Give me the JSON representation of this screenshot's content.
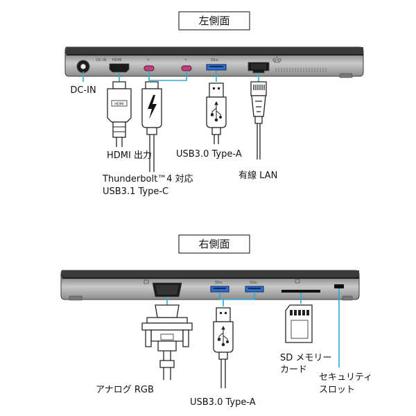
{
  "left_side": {
    "title": "左側面",
    "labels": {
      "dc_in": "DC-IN",
      "hdmi": "HDMI 出力",
      "thunderbolt_line1": "Thunderbolt™4 対応",
      "thunderbolt_line2": "USB3.1 Type-C",
      "usb": "USB3.0 Type-A",
      "lan": "有線 LAN"
    },
    "body_marks": {
      "dc_in": "DC IN",
      "hdmi": "HDMI"
    }
  },
  "right_side": {
    "title": "右側面",
    "labels": {
      "vga": "アナログ RGB",
      "usb": "USB3.0 Type-A",
      "sd_line1": "SD メモリー",
      "sd_line2": "カード",
      "security_line1": "セキュリティ",
      "security_line2": "スロット"
    }
  },
  "colors": {
    "usb_port": "#2f6fc8",
    "thunderbolt_port": "#c43c7a",
    "leader_line": "#2aa8d8"
  },
  "icons": [
    "thunderbolt-icon",
    "usb-icon",
    "lan-icon",
    "monitor-icon",
    "sd-card-icon"
  ]
}
